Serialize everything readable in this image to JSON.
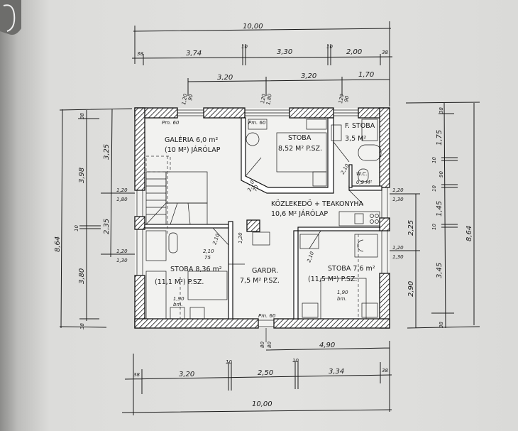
{
  "rooms": {
    "galeria": "GALÉRIA 6,0 m²",
    "galeria_floor": "(10 M²) JÁRÓLAP",
    "stoba1": "STOBA",
    "stoba1_area": "8,52 M² P.SZ.",
    "fstoba": "F. STOBA",
    "fstoba_area": "3,5 M²",
    "wc": "W.C.",
    "wc_area": "0,9 M²",
    "corridor": "KÖZLEKEDŐ + TEAKONYHA",
    "corridor_area": "10,6 M² JÁRÓLAP",
    "stoba2": "STOBA 8,36 m²",
    "stoba2_floor": "(11,1 M²) P.SZ.",
    "gardr": "GARDR.",
    "gardr_area": "7,5 M² P.SZ.",
    "stoba3": "STOBA 7,6 m²",
    "stoba3_floor": "(11,5 M²) P.SZ."
  },
  "notes": {
    "pm": "Pm. 60",
    "bed": "1,90",
    "bed_unit": "bm.",
    "door_h": "2,10",
    "door_w": "75",
    "door_w2": "70",
    "gardr_door": "1,20"
  },
  "dims_top": {
    "total": "10,00",
    "a": "38",
    "b": "3,74",
    "c": "10",
    "d": "3,30",
    "e": "10",
    "f": "2,00",
    "g": "38",
    "w1": "3,20",
    "w2": "3,20",
    "w3": "1,70",
    "win1": "1,20",
    "win1b": "90",
    "win2": "120",
    "win2b": "1,80",
    "win3": "120",
    "win3b": "90"
  },
  "dims_left": {
    "total": "8,64",
    "a": "38",
    "b": "3,98",
    "c": "10",
    "d": "3,80",
    "e": "38",
    "w1": "3,25",
    "w2": "2,35",
    "win_a": "1,20",
    "win_b": "1,80",
    "win_c": "1,20",
    "win_d": "1,30"
  },
  "dims_right": {
    "total": "8,64",
    "a": "38",
    "b": "1,75",
    "c": "10",
    "d": "90",
    "e": "10",
    "f": "1,45",
    "g": "10",
    "h": "3,45",
    "i": "38",
    "w1": "2,25",
    "w2": "2,90",
    "win_a": "1,20",
    "win_b": "1,30",
    "win_c": "1,20",
    "win_d": "1,30"
  },
  "dims_bottom": {
    "door_a": "80",
    "door_b": "80",
    "run": "4,90",
    "a": "38",
    "b": "3,20",
    "c": "10",
    "d": "2,50",
    "e": "10",
    "f": "3,34",
    "g": "38",
    "total": "10,00"
  }
}
